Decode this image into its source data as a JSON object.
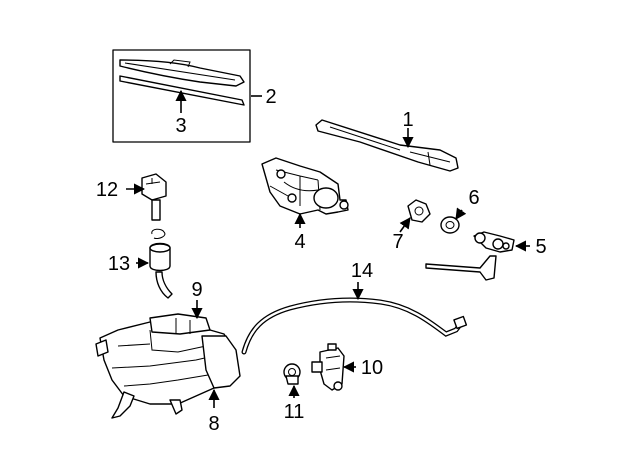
{
  "callouts": {
    "c1": "1",
    "c2": "2",
    "c3": "3",
    "c4": "4",
    "c5": "5",
    "c6": "6",
    "c7": "7",
    "c8": "8",
    "c9": "9",
    "c10": "10",
    "c11": "11",
    "c12": "12",
    "c13": "13",
    "c14": "14"
  },
  "colors": {
    "line": "#000000",
    "fill": "#ffffff",
    "background": "#ffffff"
  }
}
